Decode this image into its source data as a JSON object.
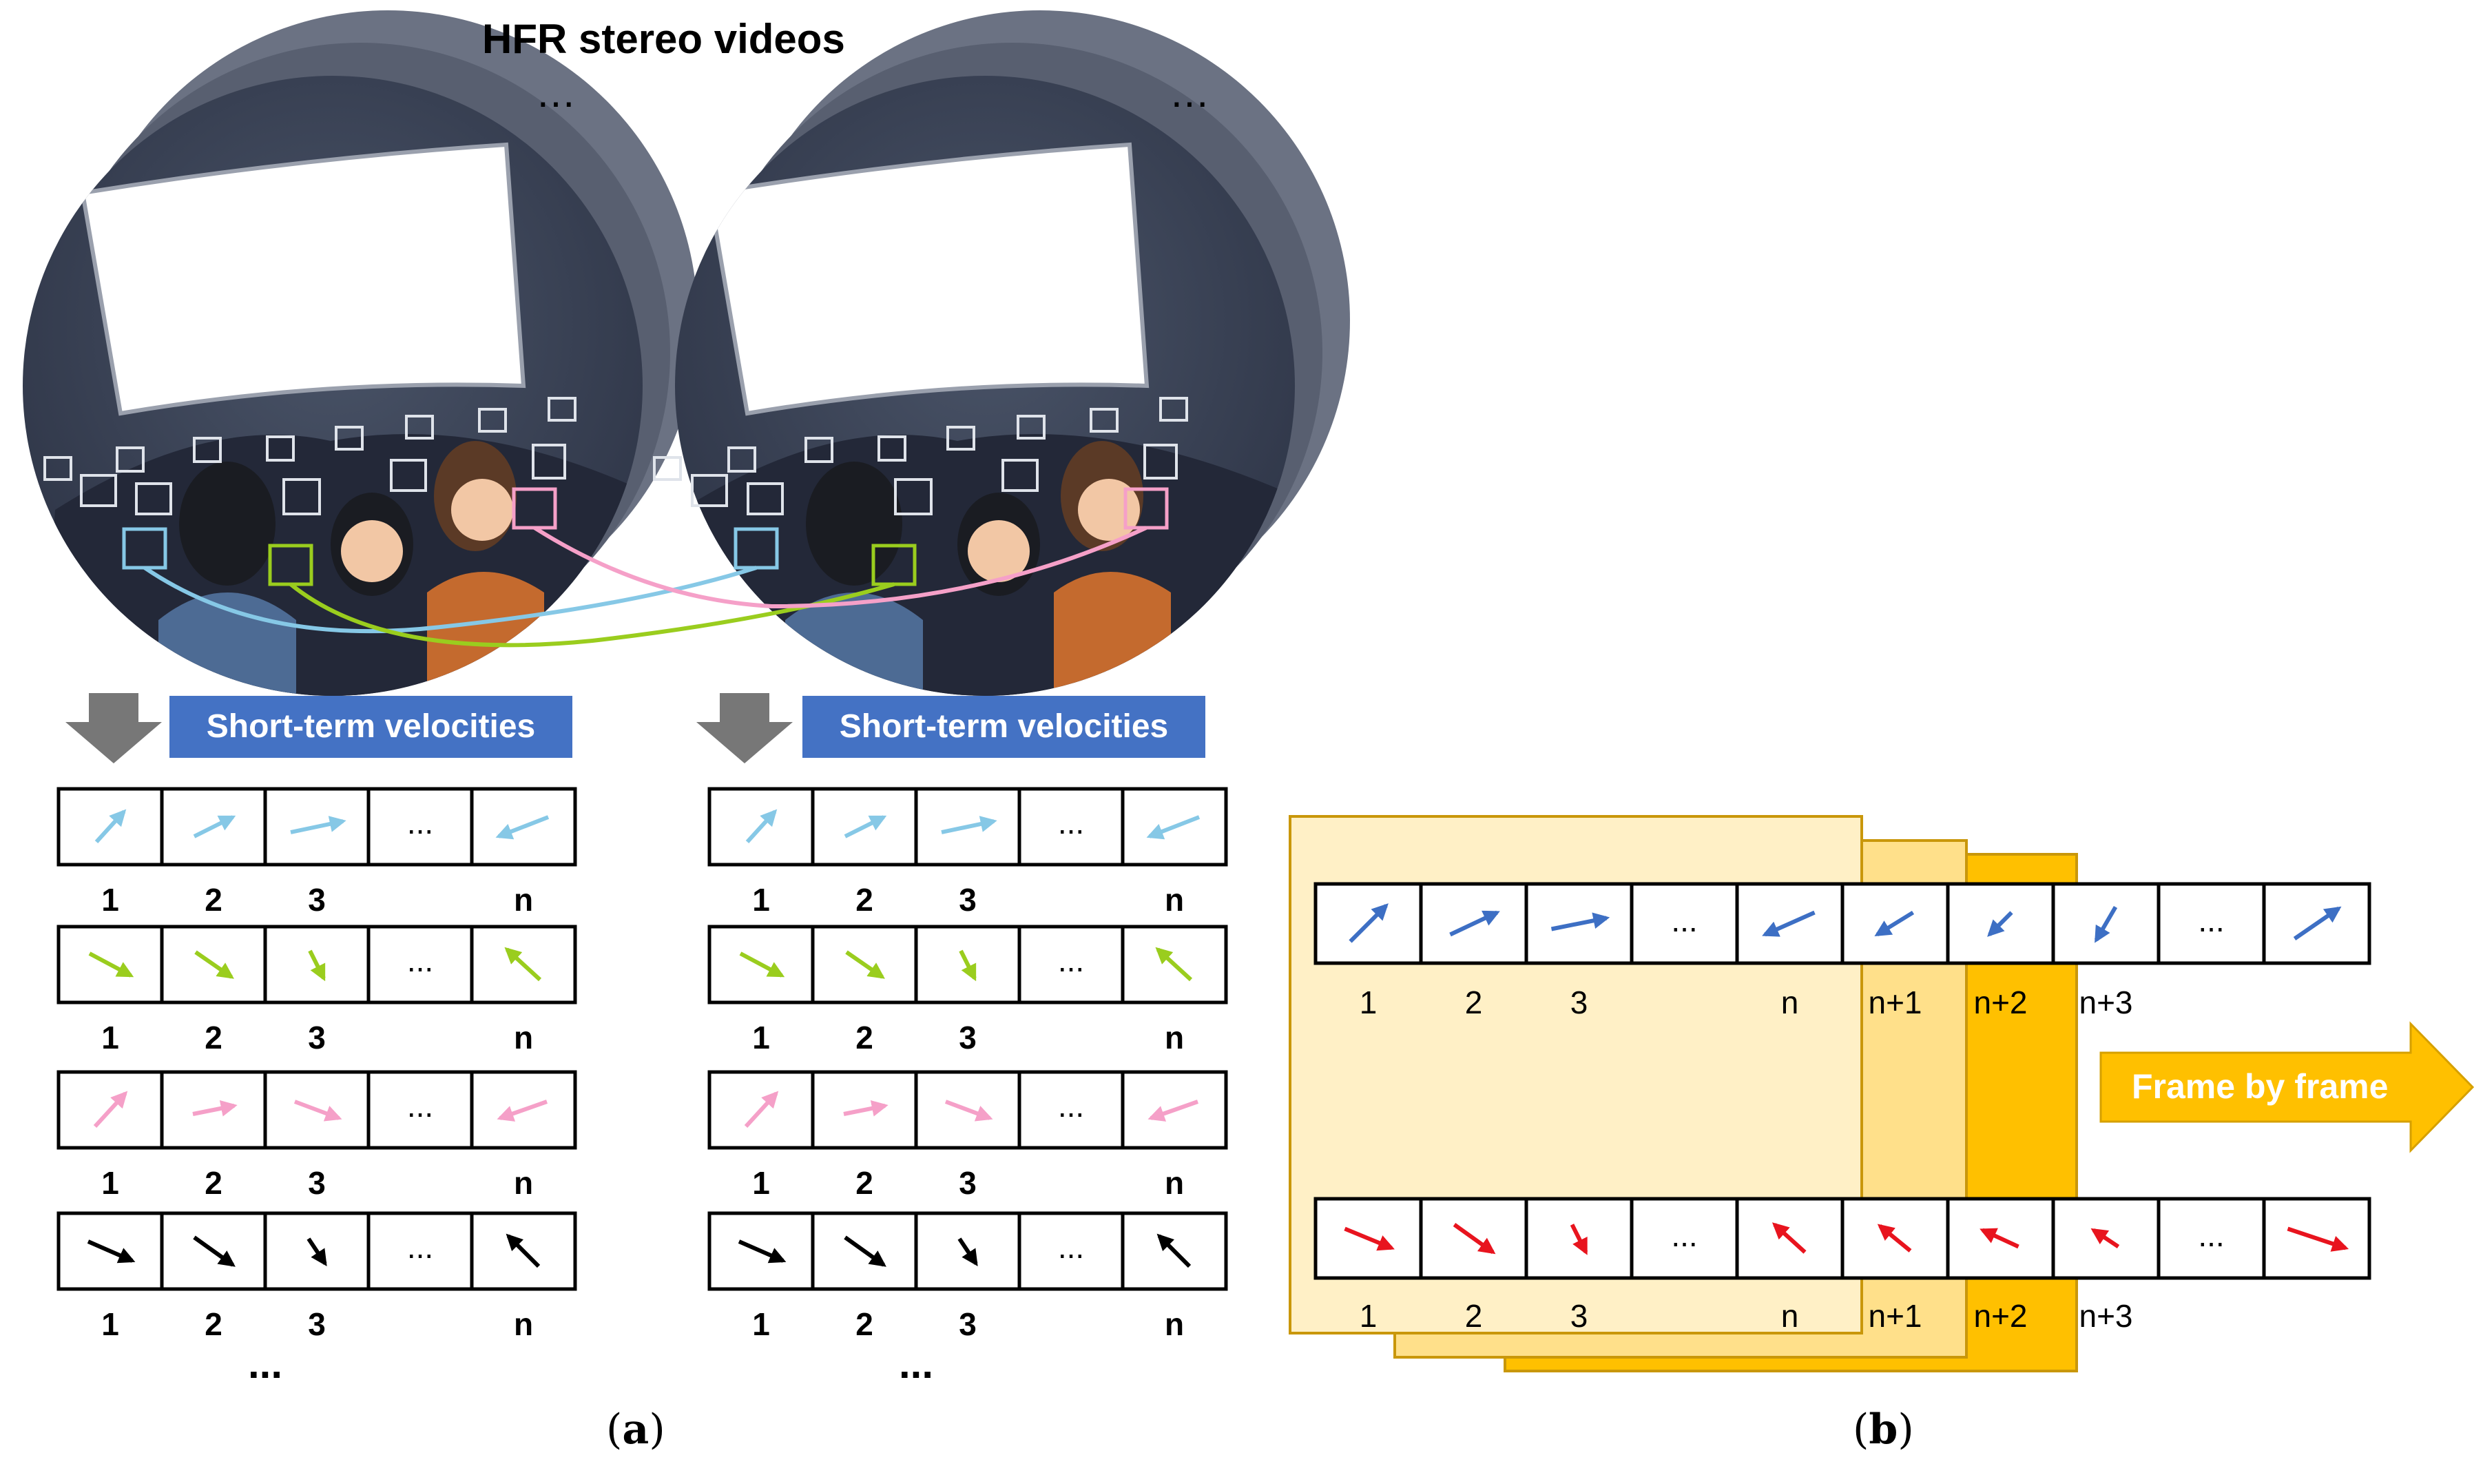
{
  "title": "HFR stereo videos",
  "video_ellipsis": "...",
  "left_badge": "Short-term velocities",
  "right_badge": "Short-term velocities",
  "cell_ellipsis": "...",
  "row_labels": [
    "1",
    "2",
    "3",
    "n"
  ],
  "more_rows": "...",
  "b_labels": [
    "1",
    "2",
    "3",
    "n",
    "n+1",
    "n+2",
    "n+3"
  ],
  "frame_by_frame": "Frame by frame",
  "caption_a": "a",
  "caption_b": "b",
  "colors": {
    "cyan": "#86c8e6",
    "lime": "#9acd1e",
    "pink": "#f5a0c8",
    "black": "#000000",
    "blue": "#3d6fc4",
    "red": "#e8141e",
    "badge": "#4472c4",
    "frame_light": "#fff0c6",
    "frame_mid": "#ffe08a",
    "frame_dark": "#ffc000"
  }
}
